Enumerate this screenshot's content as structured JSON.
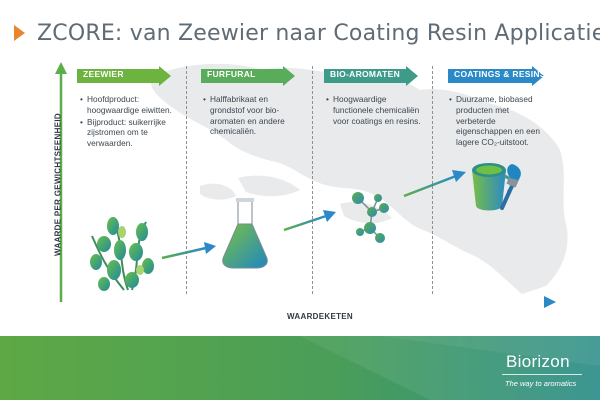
{
  "title": "ZCORE: van Zeewier naar Coating Resin Applicaties",
  "colors": {
    "title_marker": "#e8862d",
    "title_text": "#5f6b75",
    "stage_zeewier": "#6db33f",
    "stage_furfural": "#59ad5a",
    "stage_bio_aromaten": "#3e9b8a",
    "stage_coatings": "#2a89c6",
    "axis": "#5dae4a",
    "footer_green": "#5ea845",
    "footer_teal": "#2e8f8a",
    "map": "#e8eaec"
  },
  "stages": [
    {
      "label": "ZEEWIER",
      "bullets": [
        "Hoofdproduct: hoogwaardige eiwitten.",
        "Bijproduct: suikerrijke zijstromen om te verwaarden."
      ]
    },
    {
      "label": "FURFURAL",
      "bullets": [
        "Halffabrikaat en grondstof voor bio-aromaten en andere chemicaliën."
      ]
    },
    {
      "label": "BIO-AROMATEN",
      "bullets": [
        "Hoogwaardige functionele chemicaliën voor coatings en resins."
      ]
    },
    {
      "label": "COATINGS & RESINS",
      "bullets": [
        "Duurzame, biobased producten met verbeterde eigenschappen en een lagere CO₂-uitstoot."
      ]
    }
  ],
  "axes": {
    "y_label": "WAARDE PER GEWICHTSEENHEID",
    "x_label": "WAARDEKETEN"
  },
  "footer": {
    "brand": "Biorizon",
    "tagline": "The way to aromatics"
  },
  "icons": [
    "seaweed-icon",
    "flask-icon",
    "molecule-icon",
    "paint-bucket-icon",
    "paint-brush-icon"
  ]
}
